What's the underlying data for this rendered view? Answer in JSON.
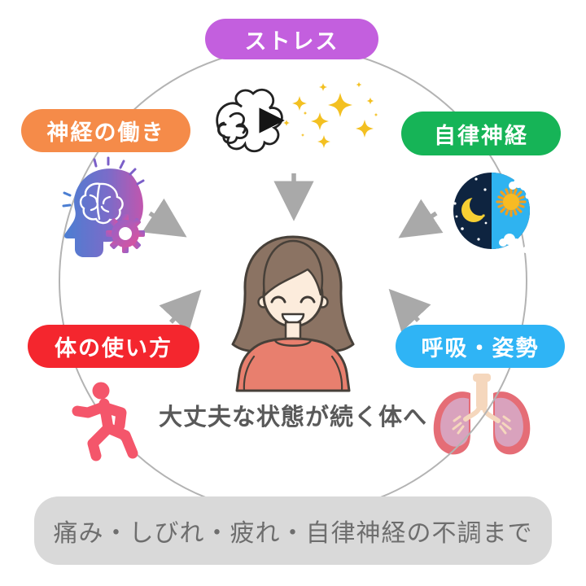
{
  "nodes": {
    "stress": {
      "label": "ストレス",
      "color": "#c35fde"
    },
    "nerve_function": {
      "label": "神経の働き",
      "color": "#f58b49"
    },
    "autonomic_nerve": {
      "label": "自律神経",
      "color": "#16b457"
    },
    "body_usage": {
      "label": "体の使い方",
      "color": "#f4262e"
    },
    "breathing_posture": {
      "label": "呼吸・姿勢",
      "color": "#2fb4f5"
    }
  },
  "caption": {
    "text": "大丈夫な状態が続く体へ",
    "color": "#595959"
  },
  "banner": {
    "text": "痛み・しびれ・疲れ・自律神経の不調まで",
    "bg": "#d9d9d9",
    "color": "#6e6e6e"
  },
  "icons": {
    "tangle": "tangled-scribble-icon",
    "transform_arrow": "arrow-right-icon",
    "sparkles": "sparkles-icon",
    "brain_head": "head-brain-gear-icon",
    "day_night": "day-night-cycle-icon",
    "runner": "running-person-icon",
    "lungs": "lungs-icon",
    "woman": "smiling-woman-illustration"
  },
  "palette": {
    "circle_stroke": "#b3b3b3",
    "arrow": "#a9a9a9",
    "sparkle": "#f3c021"
  }
}
